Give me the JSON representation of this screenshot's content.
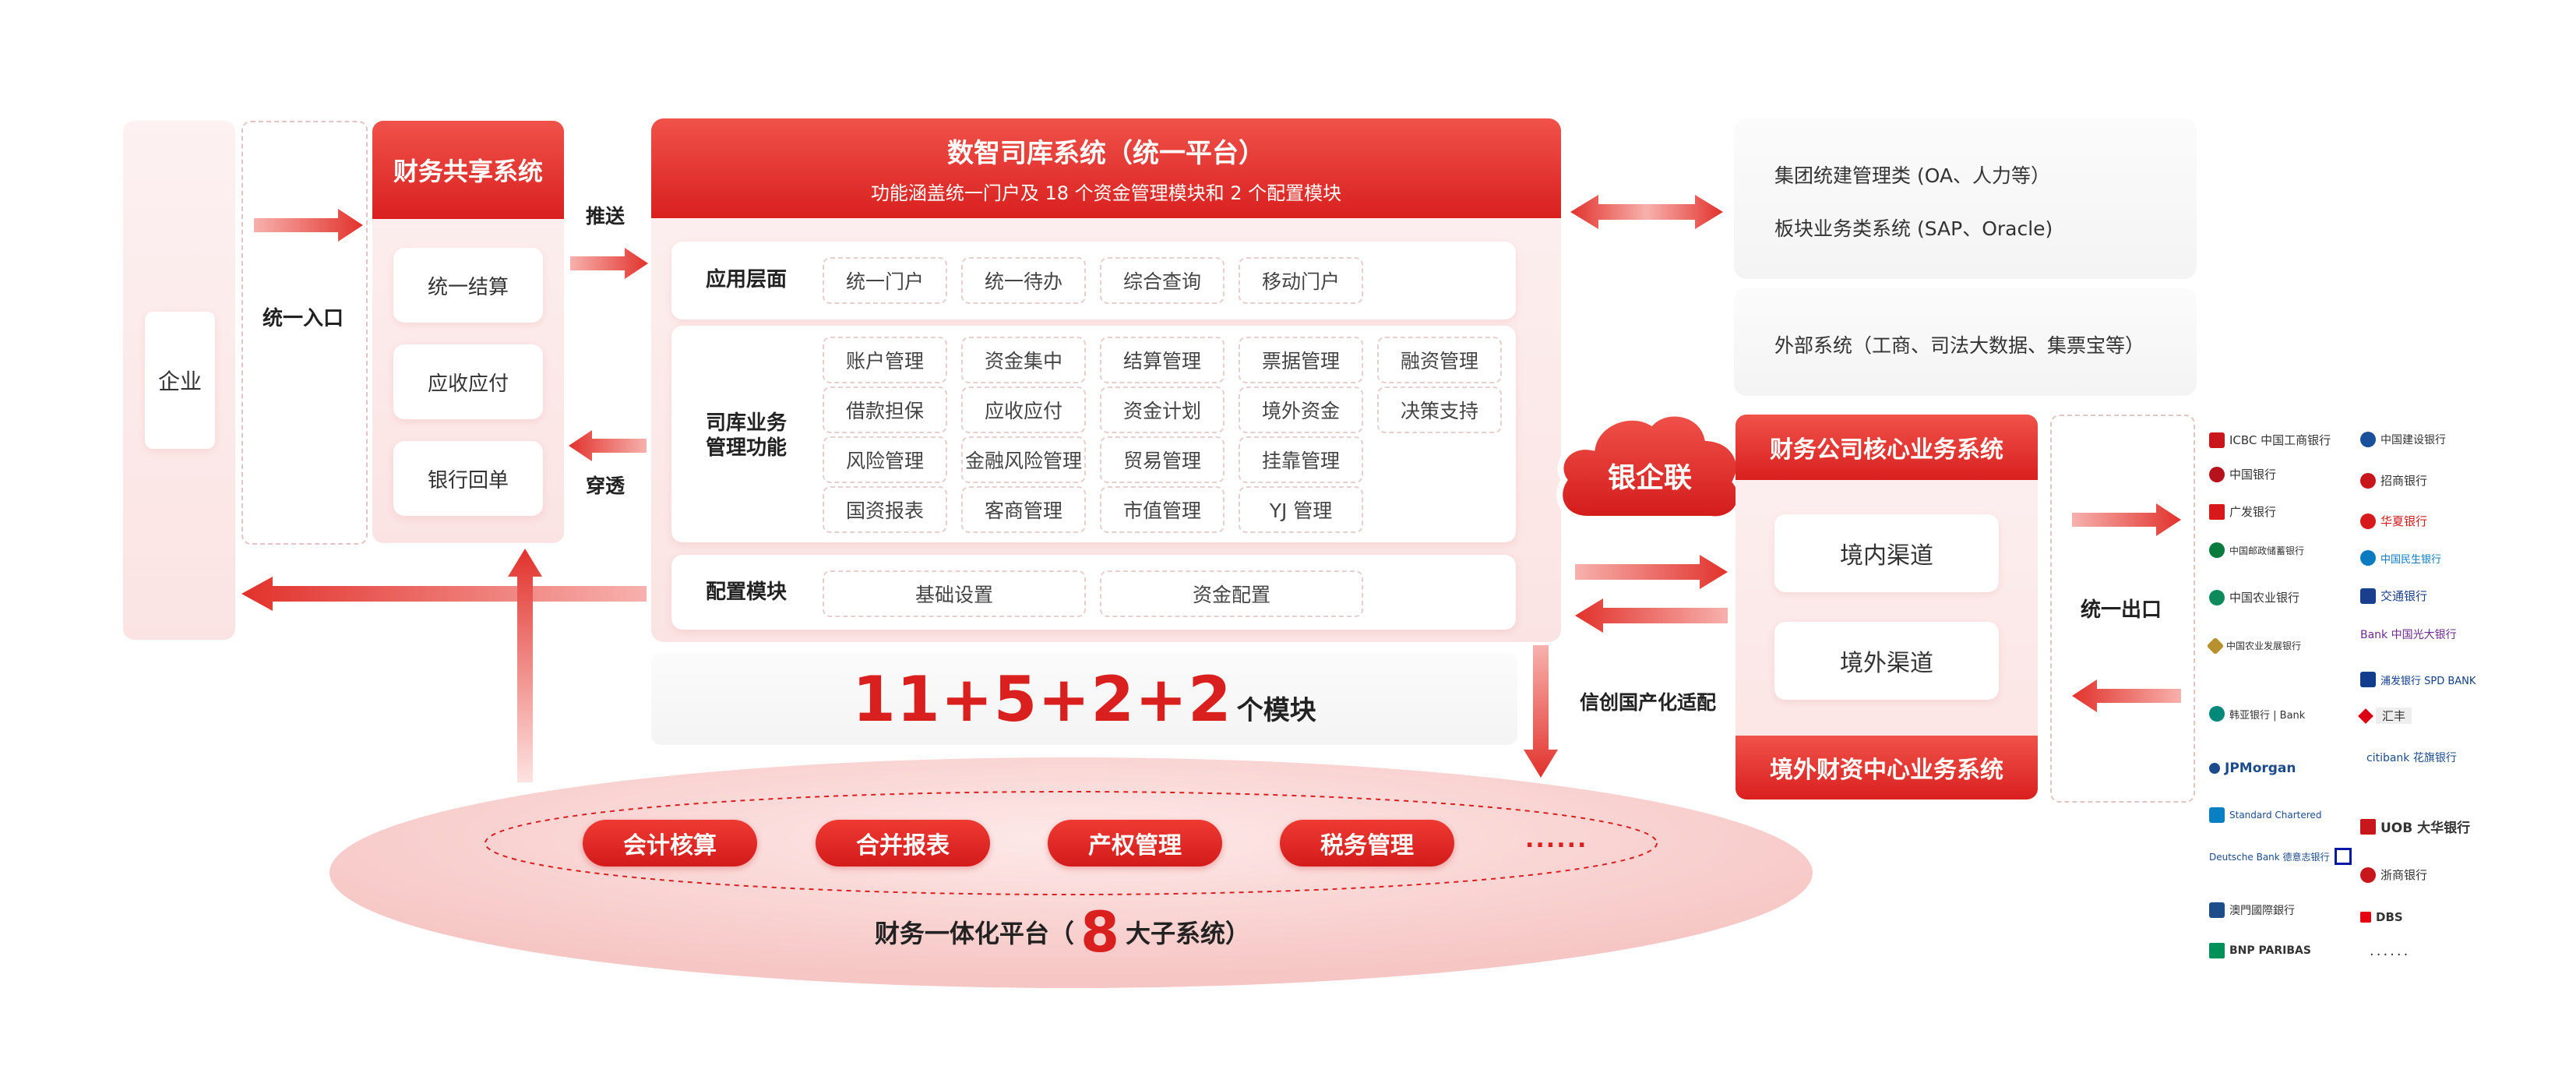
{
  "enterprise": {
    "label": "企业"
  },
  "unified_entry": {
    "label": "统一入口"
  },
  "shared_system": {
    "title": "财务共享系统",
    "items": [
      "统一结算",
      "应收应付",
      "银行回单"
    ]
  },
  "push_label": "推送",
  "penetrate_label": "穿透",
  "core_platform": {
    "title": "数智司库系统（统一平台）",
    "subtitle": "功能涵盖统一门户及 18 个资金管理模块和 2 个配置模块",
    "app_layer": {
      "label": "应用层面",
      "items": [
        "统一门户",
        "统一待办",
        "综合查询",
        "移动门户"
      ]
    },
    "treasury": {
      "label_line1": "司库业务",
      "label_line2": "管理功能",
      "rows": [
        [
          "账户管理",
          "资金集中",
          "结算管理",
          "票据管理",
          "融资管理"
        ],
        [
          "借款担保",
          "应收应付",
          "资金计划",
          "境外资金",
          "决策支持"
        ],
        [
          "风险管理",
          "金融风险管理",
          "贸易管理",
          "挂靠管理"
        ],
        [
          "国资报表",
          "客商管理",
          "市值管理",
          "YJ 管理"
        ]
      ]
    },
    "config": {
      "label": "配置模块",
      "items": [
        "基础设置",
        "资金配置"
      ]
    }
  },
  "module_count": {
    "formula": "11+5+2+2",
    "suffix": "个模块"
  },
  "xinchuang_label": "信创国产化适配",
  "integrated_platform": {
    "pills": [
      "会计核算",
      "合并报表",
      "产权管理",
      "税务管理"
    ],
    "ellipsis": "......",
    "title_prefix": "财务一体化平台（",
    "title_number": "8",
    "title_suffix": "大子系统）"
  },
  "external_systems": {
    "group1": [
      "集团统建管理类 (OA、人力等）",
      "板块业务类系统 (SAP、Oracle)"
    ],
    "group2": "外部系统（工商、司法大数据、集票宝等）"
  },
  "bank_link": {
    "label": "银企联"
  },
  "finance_company": {
    "title": "财务公司核心业务系统",
    "channels": [
      "境内渠道",
      "境外渠道"
    ],
    "footer": "境外财资中心业务系统"
  },
  "unified_exit": {
    "label": "统一出口"
  },
  "banks": {
    "left": [
      "ICBC 中国工商银行",
      "中国银行",
      "广发银行",
      "中国邮政储蓄银行",
      "中国农业银行",
      "中国农业发展银行",
      "韩亚银行 | Bank",
      "JPMorgan",
      "Standard Chartered",
      "Deutsche Bank 德意志银行",
      "澳門國際銀行",
      "BNP PARIBAS"
    ],
    "right": [
      "中国建设银行",
      "招商银行",
      "华夏银行",
      "中国民生银行",
      "交通银行",
      "Bank 中国光大银行",
      "浦发银行 SPD BANK",
      "汇丰",
      "citibank 花旗银行",
      "UOB 大华银行",
      "浙商银行",
      "DBS",
      "......"
    ]
  },
  "colors": {
    "primary_red": "#d9201f",
    "light_pink": "#fbe3e3"
  }
}
